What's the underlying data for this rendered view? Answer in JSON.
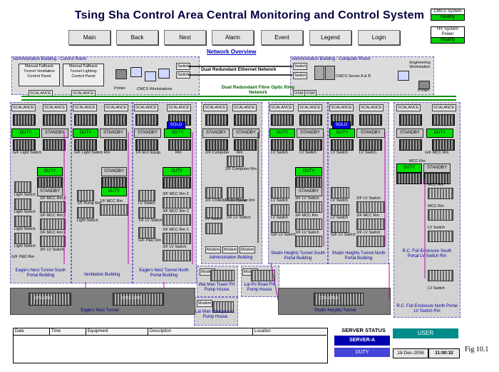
{
  "title": "Tsing Sha Control Area Central Monitoring and Control System",
  "status_panels": [
    {
      "label": "CMCS System",
      "state": "Healthy"
    },
    {
      "label": "HV System Power",
      "state": "Healthy"
    }
  ],
  "nav": [
    "Main",
    "Back",
    "Next",
    "Alarm",
    "Event",
    "Legend",
    "Login"
  ],
  "network_overview": "Network Overview",
  "admin_control_room": {
    "title": "Administration Building - Control Room",
    "panel_ventilation": "Manual Fallback Tunnel Ventilation Control Panel",
    "panel_lighting": "Manual Fallback Tunnel Lighting Control Panel",
    "printer": "Printer",
    "workstations": "CMCS Workstations",
    "switch": "Switch"
  },
  "ethernet_label": "Dual Redundant Ethernet Network",
  "admin_computer_room": {
    "title": "Administration Building - Computer Room",
    "servers": "CMCS Server A & B",
    "engineering": "Engineering Workstation",
    "printer": "Printer",
    "switch": "Switch"
  },
  "fibre_label": "Dual Redundant Fibre Optic Ring Network",
  "scalance": "SCALANCE",
  "osm": "OSM",
  "duty": "DUTY",
  "standby": "STANDBY",
  "solo": "SOLO",
  "modem": "Modem",
  "labels": {
    "gf_light_switch": "G/F Light Switch",
    "gf_light_switch_rm": "G/F Light Switch Rm",
    "gf_elv_equip": "1/F ELV Equip",
    "rm": "Rm",
    "computer_2f": "2/F Computer",
    "rm2": "Rm",
    "gf_mcc_rm": "G/F MCC Rm",
    "mcc_rm_2f": "2/F MCC Rm",
    "mcc_rm_3f_2": "3/F MCC Rm 2",
    "mcc_rm_3f_1": "3/F MCC Rm 1",
    "lv_switch_3f": "3/F LV Switch",
    "lv_switch": "LV Switch",
    "light_switch": "Light Switch",
    "pump_rm": "1/F Pump Rm",
    "mcc_rm_1f": "1/F MCC Rm",
    "gf_pd_rm": "G/F P&D Rm",
    "lv_switch_1f": "1/F LV Switch",
    "chilled_water": "2/F Chilled Water Pump",
    "computer_rm_2f": "2/F Computer Rm",
    "computer_rm": "2/F Computer Rm",
    "mcc_rm": "MCC Rm",
    "gf_lv_switch": "G/F LV Switch",
    "lv_switch_2f": "2/F LV Switch",
    "mcc_rm_3f_s": "3/F MCC Rm",
    "lv_switch_3f_s": "3/F LV Switch",
    "gf_mcc": "G/F MCC Rm",
    "mcc_rm_r": "MCC Rm"
  },
  "buildings": {
    "eagles_south": "Eagle's Nest Tunnel South Portal Building",
    "ventilation": "Ventilation Building",
    "eagles_north": "Eagle's Nest Tunnel North Portal Building",
    "admin": "Administration Building",
    "shatin_south": "Shatin Heights Tunnel South Portal Building",
    "shatin_north": "Shatin Heights Tunnel North Portal Building",
    "rc_south": "R.C. Full Enclosure South Portal LV Switch Rm",
    "rc_north": "R.C. Full Enclosure North Portal LV Switch Rm",
    "wai_man": "Wai Man Tsuen FH Pump House",
    "lai_po": "Lai Po Road FH Pump House",
    "lai_wan": "Lai Wan Overpass Ir. Pump House"
  },
  "tunnels": {
    "eagles": "Eagle's Nest Tunnel",
    "cp1_cp11": "CP1-CP11",
    "cp12_cp21": "CP12-CP21",
    "shatin": "Shatin Heights Tunnel",
    "cp1_cp10": "CP1-CP10"
  },
  "event_table": {
    "columns": [
      "Date",
      "Time",
      "Equipment",
      "Description",
      "Location"
    ]
  },
  "server_status": {
    "title": "SERVER STATUS",
    "server": "SERVER-A",
    "state": "DUTY"
  },
  "user": "USER",
  "date": "18-Dec-2006",
  "time": "11:00:32",
  "figure": "Fig 10.1",
  "colors": {
    "duty": "#00e000",
    "standby": "#c8c8c8",
    "solo": "#0000e0",
    "ring": "#009000",
    "link": "#c000c0",
    "title": "#000040"
  }
}
